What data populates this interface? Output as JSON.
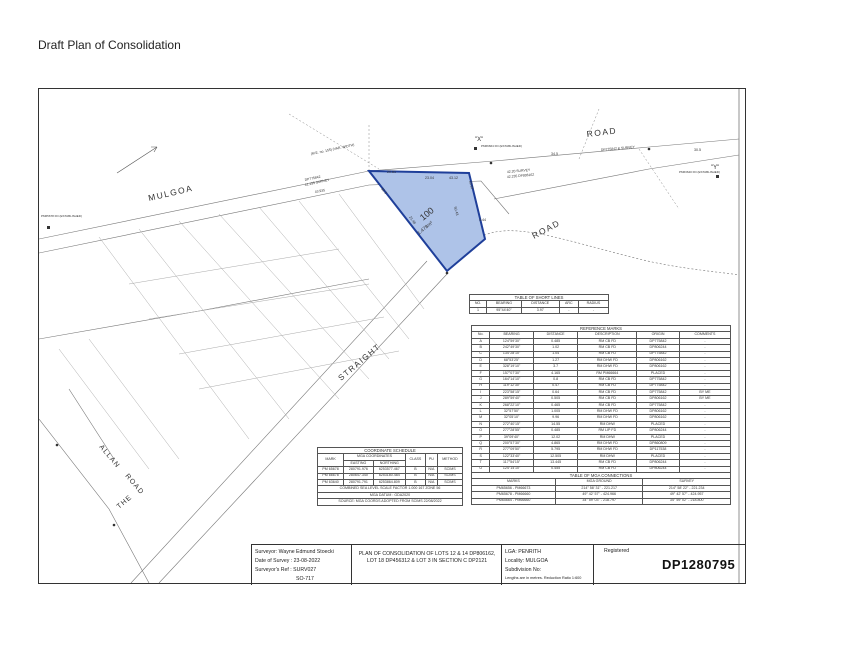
{
  "heading": "Draft Plan of Consolidation",
  "plan": {
    "roads": [
      "MULGOA",
      "ROAD",
      "ROAD",
      "STRAIGHT",
      "ALLAN",
      "ROAD",
      "THE"
    ],
    "lot": {
      "number": "100",
      "area": "1.478m²"
    },
    "boundary_labels": [
      "20.61",
      "23.04",
      "52.5",
      "43.12",
      "50.43",
      "16.97",
      "4.44",
      "21.48",
      "30.5",
      "34.5"
    ],
    "survey_marks": [
      "\"X\"",
      "\"Y\"",
      "PM65678 FD (ESTABLISHED)",
      "PM66664 FD (ESTABLISHED)",
      "PM63640 FD (ESTABLISHED)"
    ],
    "misc_labels": [
      "DP775842 & SURVEY",
      "42.20 SURVEY",
      "42.235 DP806162",
      "43.935",
      "DP775842",
      "41.155 SURVEY",
      "(M.E. no. 155) (VAR. WIDTH)"
    ]
  },
  "short_lines": {
    "caption": "TABLE OF SHORT LINES",
    "headers": [
      "NO.",
      "BEARING",
      "DISTANCE",
      "ARC",
      "RADIUS"
    ],
    "rows": [
      [
        "1",
        "95°44'40\"",
        "3.97",
        "-",
        "-"
      ]
    ]
  },
  "reference_marks": {
    "caption": "REFERENCE MARKS",
    "headers": [
      "No.",
      "BEARING",
      "DISTANCE",
      "DESCRIPTION",
      "ORIGIN",
      "COMMENTS"
    ],
    "rows": [
      [
        "A",
        "124°59'30\"",
        "0.485",
        "RM CB FD",
        "DP775842",
        "-"
      ],
      [
        "B",
        "242°49'30\"",
        "1.02",
        "RM CB FD",
        "DP806244",
        "-"
      ],
      [
        "C",
        "134°28'10\"",
        "1.04",
        "RM CB FD",
        "DP775842",
        "-"
      ],
      [
        "D",
        "68°53'25\"",
        "1.27",
        "RM DHW FD",
        "DP806162",
        "-"
      ],
      [
        "E",
        "328°19'10\"",
        "3.7",
        "RM DHW FD",
        "DP806162",
        "-"
      ],
      [
        "F",
        "157°07'30\"",
        "4.165",
        "RM PM66664",
        "PLACED",
        "-"
      ],
      [
        "G",
        "164°14'10\"",
        "0.8",
        "RM CB FD",
        "DP775842",
        "-"
      ],
      [
        "H",
        "119°12'30\"",
        "0.47",
        "RM CB FD",
        "DP775842",
        "-"
      ],
      [
        "I",
        "223°58'15\"",
        "0.64",
        "RM CB FD",
        "DP775842",
        "BY ME"
      ],
      [
        "J",
        "289°59'40\"",
        "0.505",
        "RM CB FD",
        "DP806162",
        "BY ME"
      ],
      [
        "K",
        "268°22'10\"",
        "0.465",
        "RM CB FD",
        "DP775842",
        "-"
      ],
      [
        "L",
        "32°57'50\"",
        "1.005",
        "RM DHW FD",
        "DP806162",
        "-"
      ],
      [
        "M",
        "32°05'10\"",
        "9.96",
        "RM DHW FD",
        "DP806162",
        "-"
      ],
      [
        "N",
        "272°40'15\"",
        "14.55",
        "RM DHW",
        "PLACED",
        "-"
      ],
      [
        "O",
        "277°28'55\"",
        "0.485",
        "RM LIP FD",
        "DP806244",
        "-"
      ],
      [
        "P",
        "39°09'40\"",
        "12.02",
        "RM DHW",
        "PLACED",
        "-"
      ],
      [
        "Q",
        "200°57'30\"",
        "4.865",
        "RM DHW FD",
        "DP860809",
        "-"
      ],
      [
        "R",
        "277°09'50\"",
        "5.795",
        "RM DHW FD",
        "DP117538",
        "-"
      ],
      [
        "S",
        "122°33'40\"",
        "12.505",
        "RM DHW",
        "PLACED",
        "-"
      ],
      [
        "T",
        "117°54'15\"",
        "13.445",
        "RM CB FD",
        "DP806244",
        "-"
      ],
      [
        "U",
        "124°14'10\"",
        "0.455",
        "RM CB FD",
        "DP806244",
        "-"
      ]
    ]
  },
  "mga_connections": {
    "caption": "TABLE OF MGA CONNECTIONS",
    "headers": [
      "MARKS",
      "MGA GROUND",
      "SURVEY"
    ],
    "rows": [
      [
        "PM65656 - PM66673",
        "214° 58' 31\" - 221.217",
        "214° 58' 22\" - 221.234"
      ],
      [
        "PM65678 - PM66660",
        "49° 42' 57\" - 424.966",
        "49° 42' 57\" - 424.957"
      ],
      [
        "PM65664 - PM66660",
        "34° 59' 03\" - 218.797",
        "34° 59' 02\" - 218.800"
      ]
    ]
  },
  "coordinate_schedule": {
    "caption": "COORDINATE SCHEDULE",
    "headers": [
      "MARK",
      "MGA COORDINATES",
      "CLASS",
      "PU",
      "METHOD"
    ],
    "subheaders": [
      "EASTING",
      "NORTHING"
    ],
    "rows": [
      [
        "PM 65678",
        "280791.976",
        "6253577.467",
        "B",
        "N/A",
        "SCIMS"
      ],
      [
        "PM 66678",
        "280647.340",
        "6253180.484",
        "B",
        "N/A",
        "SCIMS"
      ],
      [
        "PM 63640",
        "280791.791",
        "6253864.809",
        "B",
        "N/A",
        "SCIMS"
      ]
    ],
    "foot1": "COMBINED SEA LEVEL SCALE FACTOR 1.000 167 ZONE 56",
    "foot2": "MGA DATUM : GDA2020",
    "foot3": "SOURCE: MGA COORDS ADOPTED FROM SCIMS 22/08/2022"
  },
  "title_block": {
    "surveyor": "Surveyor: Wayne Edmund Stoecki",
    "date": "Date of Survey : 23-08-2022",
    "ref": "Surveyor's Ref : SURV027",
    "ref2": "SO-717",
    "plan_title": "PLAN OF CONSOLIDATION OF LOTS 12 & 14 DP806162, LOT 18 DP456312 & LOT 3 IN SECTION C DP2121",
    "lga": "LGA:            PENRITH",
    "locality": "Locality:      MULGOA",
    "subdivision": "Subdivision No:",
    "lengths": "Lengths are in metres. Reduction Ratio 1:600",
    "registered": "Registered",
    "plan_number": "DP1280795"
  },
  "colors": {
    "lot_fill": "#aec3e8",
    "lot_outline": "#1f3f9a",
    "linework": "#666666"
  }
}
